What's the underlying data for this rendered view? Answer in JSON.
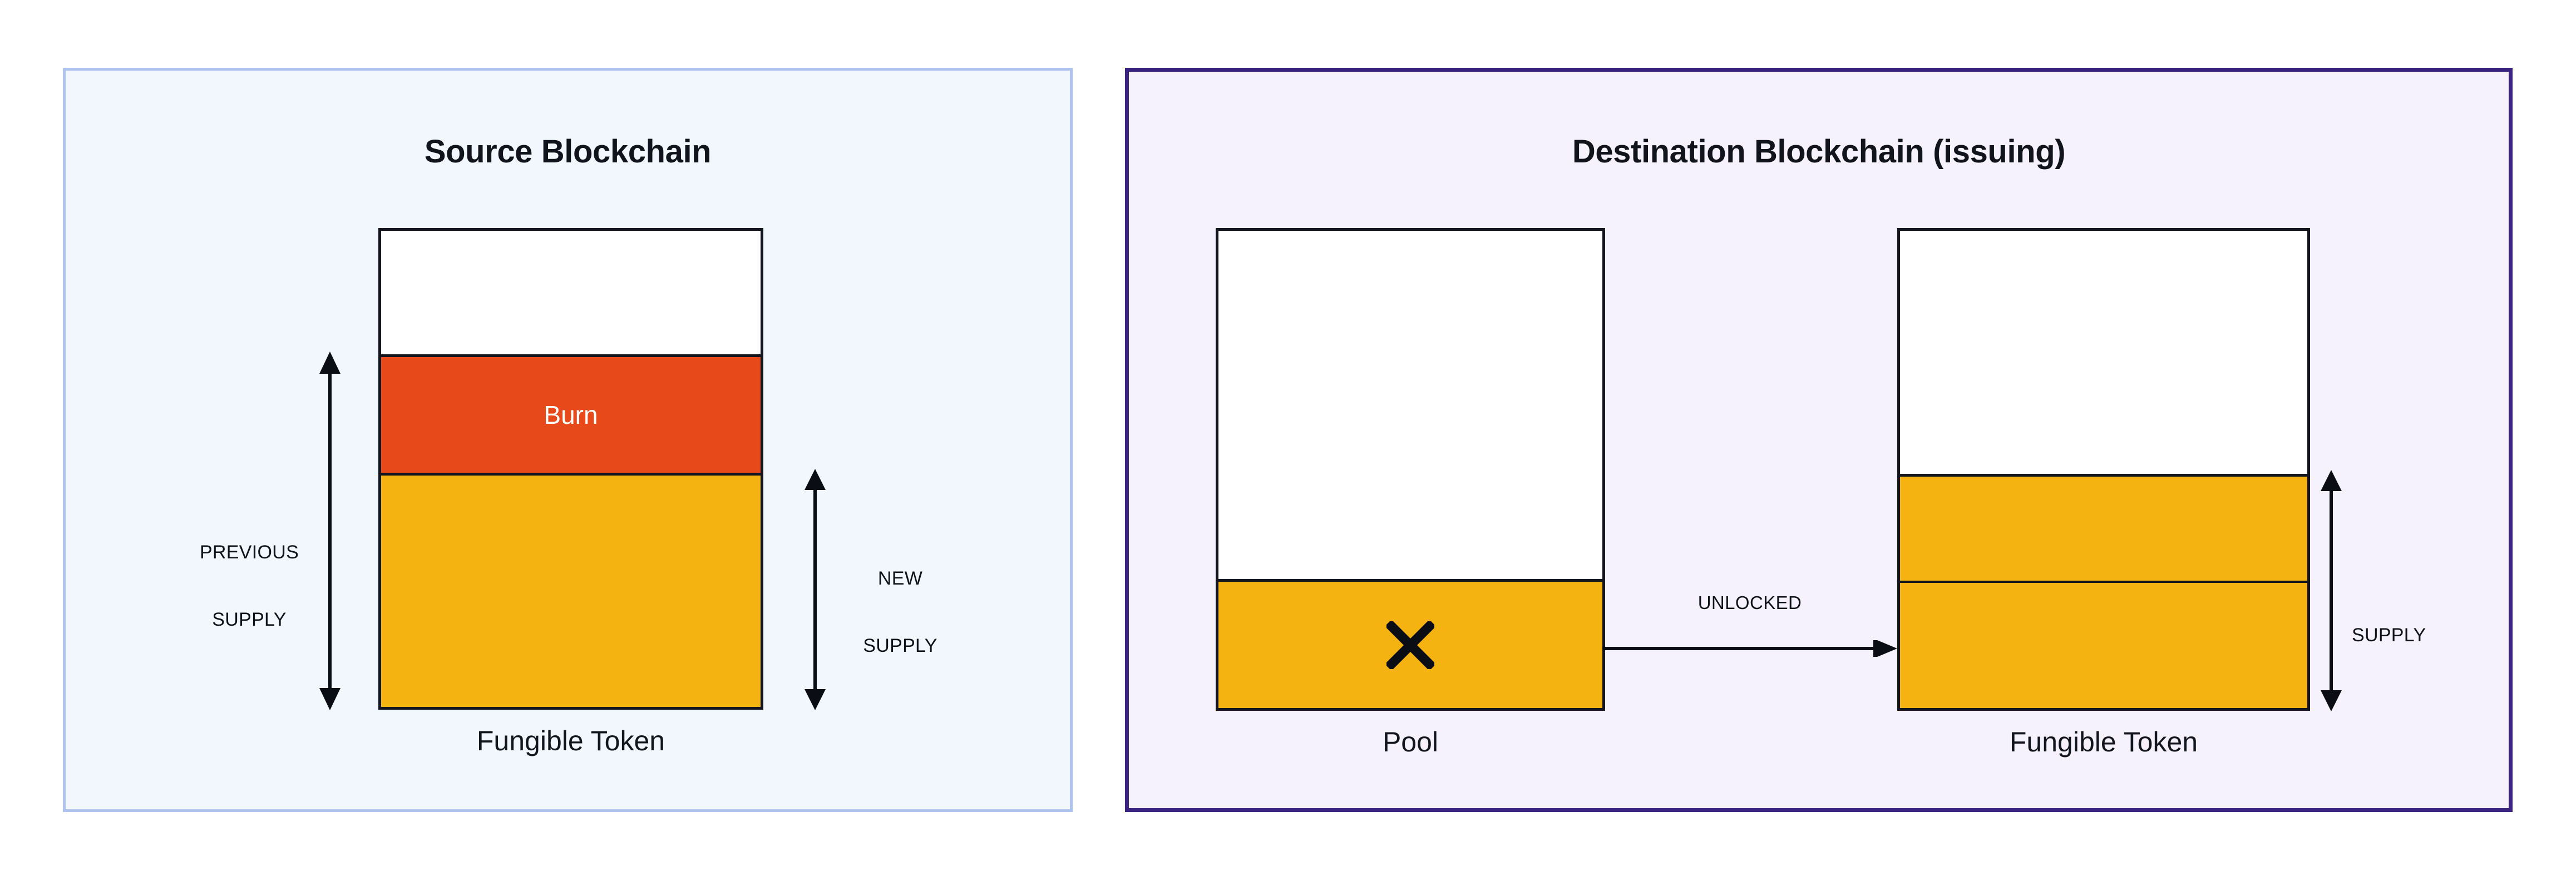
{
  "diagram": {
    "title_hidden": "",
    "palette": {
      "burn_orange": "#e8491a",
      "token_yellow": "#f5b312",
      "outline": "#14161f",
      "source_panel_bg": "#f2f7fe",
      "source_panel_border": "#aec3f0",
      "destination_panel_bg": "#f5f2fd",
      "destination_panel_border": "#3b2480"
    }
  },
  "source_panel": {
    "title": "Source Blockchain",
    "bar": {
      "caption": "Fungible Token",
      "segments": [
        {
          "name": "empty",
          "label": "",
          "fill": "white"
        },
        {
          "name": "burn",
          "label": "Burn",
          "fill": "#e8491a"
        },
        {
          "name": "remaining",
          "label": "",
          "fill": "#f5b312"
        }
      ]
    },
    "measures": [
      {
        "name": "previous-supply",
        "label": "PREVIOUS\nSUPPLY",
        "line1": "PREVIOUS",
        "line2": "SUPPLY"
      },
      {
        "name": "new-supply",
        "label": "NEW\nSUPPLY",
        "line1": "NEW",
        "line2": "SUPPLY"
      }
    ]
  },
  "destination_panel": {
    "title": "Destination Blockchain (issuing)",
    "pool_bar": {
      "caption": "Pool",
      "mark": "x-mark",
      "segments": [
        {
          "name": "empty",
          "label": "",
          "fill": "white"
        },
        {
          "name": "locked-removed",
          "label": "",
          "fill": "#f5b312"
        }
      ]
    },
    "token_bar": {
      "caption": "Fungible Token",
      "segments": [
        {
          "name": "empty",
          "label": "",
          "fill": "white"
        },
        {
          "name": "minted",
          "label": "",
          "fill": "#f5b312"
        },
        {
          "name": "existing",
          "label": "",
          "fill": "#f5b312"
        }
      ]
    },
    "transfer": {
      "label": "UNLOCKED"
    },
    "measures": [
      {
        "name": "supply",
        "label": "SUPPLY",
        "line1": "SUPPLY",
        "line2": ""
      }
    ]
  }
}
